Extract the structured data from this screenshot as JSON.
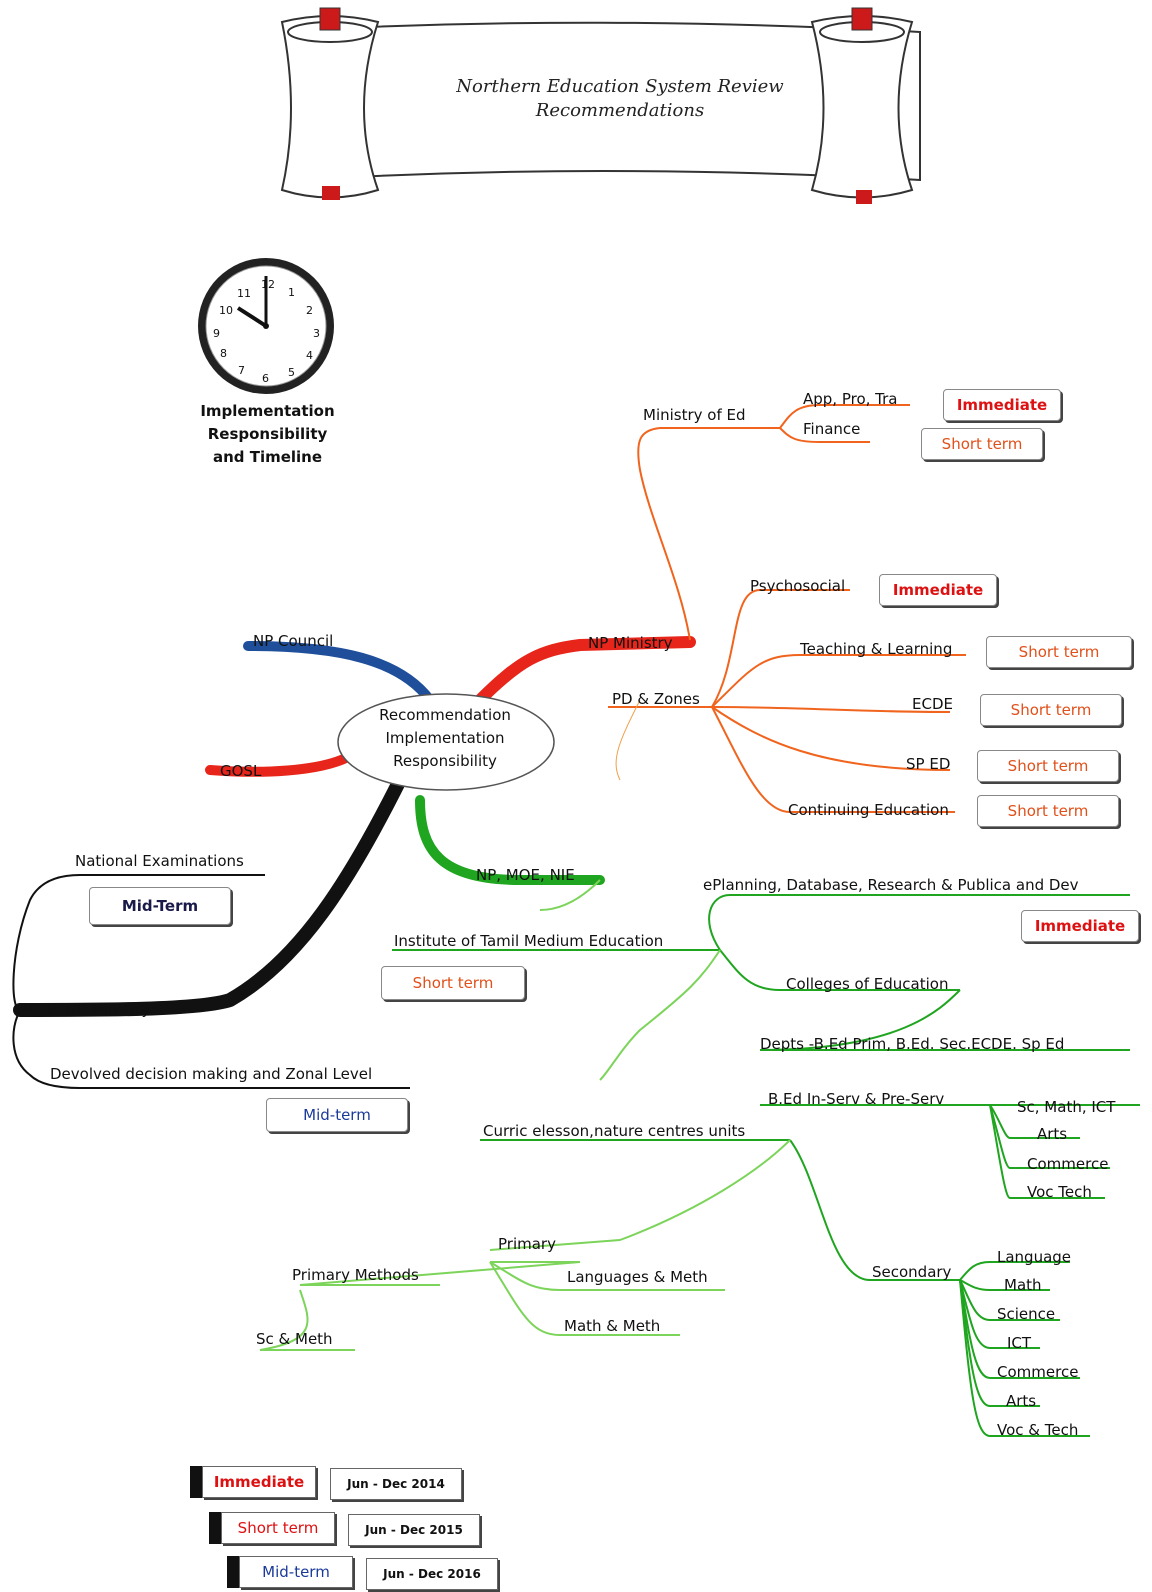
{
  "banner": {
    "title_line1": "Northern Education System Review",
    "title_line2": "Recommendations"
  },
  "clock": {
    "numerals": [
      "12",
      "1",
      "2",
      "3",
      "4",
      "5",
      "6",
      "7",
      "8",
      "9",
      "10",
      "11"
    ],
    "caption_line1": "Implementation",
    "caption_line2": "Responsibility",
    "caption_line3": "and Timeline"
  },
  "center": {
    "line1": "Recommendation",
    "line2": "Implementation",
    "line3": "Responsibility"
  },
  "branches": {
    "np_council": "NP Council",
    "gosl": "GOSL",
    "np_ministry": "NP Ministry",
    "np_moe_nie": "NP, MOE, NIE",
    "moe_np_ministry": "MOE, NP Ministry"
  },
  "ministry_of_ed": {
    "label": "Ministry of Ed",
    "app_pro_tra": "App, Pro, Tra",
    "finance": "Finance"
  },
  "pd_zones": {
    "label": "PD & Zones",
    "psychosocial": "Psychosocial",
    "teaching_learning": "Teaching & Learning",
    "ecde": "ECDE",
    "sp_ed": "SP ED",
    "continuing_education": "Continuing Education"
  },
  "moe_branch": {
    "national_examinations": "National Examinations",
    "devolved": "Devolved decision making and Zonal Level"
  },
  "nie": {
    "institute": "Institute of Tamil Medium Education",
    "eplanning": "ePlanning, Database, Research & Publica and Dev",
    "colleges": "Colleges of Education",
    "depts": "Depts -B.Ed Prim, B.Ed. Sec.ECDE. Sp Ed",
    "bed": "B.Ed In-Serv & Pre-Serv",
    "sc_math_ict": "Sc, Math, ICT",
    "arts": "Arts",
    "commerce": "Commerce",
    "voc_tech": "Voc Tech",
    "curric": "Curric elesson,nature centres units",
    "primary": "Primary",
    "primary_methods": "Primary Methods",
    "sc_meth": "Sc & Meth",
    "languages_meth": "Languages & Meth",
    "math_meth": "Math & Meth",
    "secondary": "Secondary",
    "sec_language": "Language",
    "sec_math": "Math",
    "sec_science": "Science",
    "sec_ict": "ICT",
    "sec_commerce": "Commerce",
    "sec_arts": "Arts",
    "sec_voc_tech": "Voc & Tech"
  },
  "tags": {
    "immediate": "Immediate",
    "short_term": "Short term",
    "mid_term_cap": "Mid-Term",
    "mid_term": "Mid-term"
  },
  "legend": [
    {
      "label": "Immediate",
      "date": "Jun - Dec 2014"
    },
    {
      "label": "Short term",
      "date": "Jun - Dec 2015"
    },
    {
      "label": "Mid-term",
      "date": "Jun - Dec 2016"
    }
  ],
  "colors": {
    "blue_branch": "#1f4f9a",
    "red_branch": "#e8251a",
    "orange_branch": "#f0641e",
    "green_branch": "#1fa51f",
    "black_branch": "#111111",
    "light_green": "#7cd45a",
    "light_orange": "#f0a04a"
  }
}
